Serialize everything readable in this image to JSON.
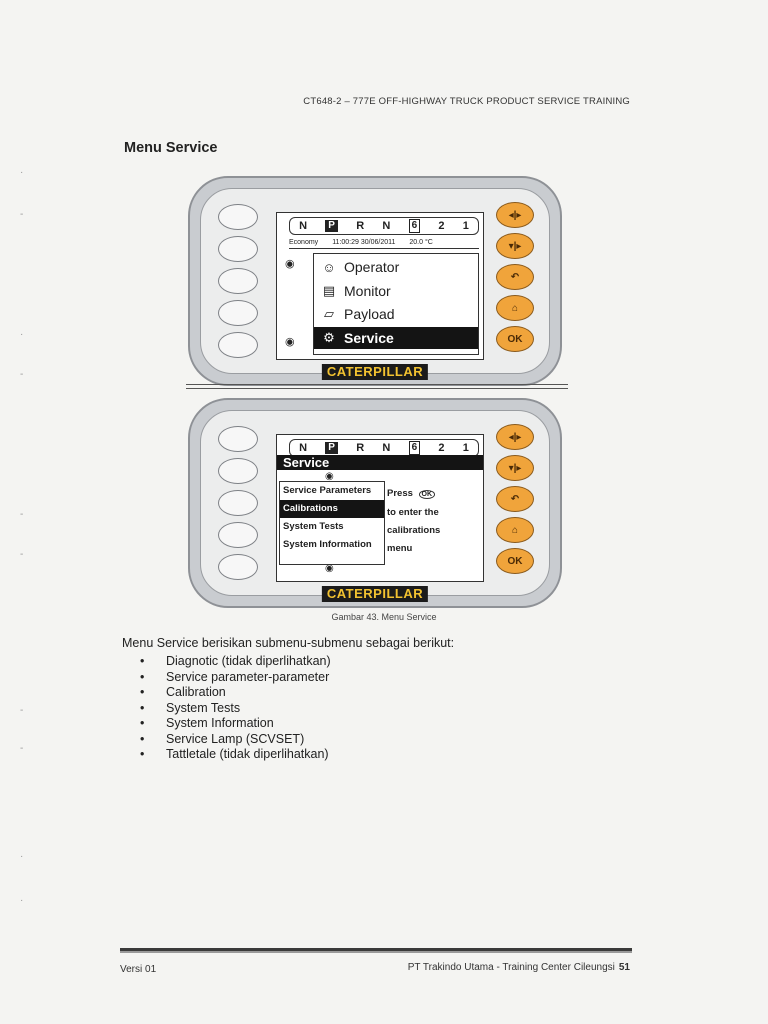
{
  "header": {
    "text": "CT648-2 – 777E OFF-HIGHWAY TRUCK PRODUCT SERVICE TRAINING"
  },
  "section_title": "Menu Service",
  "display1": {
    "gears": [
      "N",
      "P",
      "R",
      "N",
      "6",
      "2",
      "1"
    ],
    "status": {
      "mode": "Economy",
      "datetime": "11:00:29  30/06/2011",
      "temp": "20.0 °C"
    },
    "menu": [
      {
        "label": "Operator",
        "icon": "operator-icon",
        "glyph": "☺"
      },
      {
        "label": "Monitor",
        "icon": "monitor-icon",
        "glyph": "▤"
      },
      {
        "label": "Payload",
        "icon": "payload-icon",
        "glyph": "▱"
      },
      {
        "label": "Service",
        "icon": "service-icon",
        "glyph": "⚙"
      }
    ],
    "right_buttons": [
      "◂|▸",
      "▾|▸",
      "↶",
      "⌂",
      "OK"
    ],
    "logo": "CATERPILLAR"
  },
  "display2": {
    "gears": [
      "N",
      "P",
      "R",
      "N",
      "6",
      "2",
      "1"
    ],
    "title": "Service",
    "items": [
      "Service Parameters",
      "Calibrations",
      "System Tests",
      "System Information"
    ],
    "hint": [
      "Press",
      "to enter the",
      "calibrations",
      "menu"
    ],
    "hint_button": "OK",
    "right_buttons": [
      "◂|▸",
      "▾|▸",
      "↶",
      "⌂",
      "OK"
    ],
    "logo": "CATERPILLAR"
  },
  "caption": "Gambar 43. Menu Service",
  "intro": "Menu Service berisikan submenu-submenu sebagai berikut:",
  "bullets": [
    "Diagnotic (tidak diperlihatkan)",
    "Service parameter-parameter",
    "Calibration",
    "System Tests",
    "System Information",
    "Service Lamp (SCVSET)",
    "Tattletale (tidak diperlihatkan)"
  ],
  "footer": {
    "left": "Versi 01",
    "right": "PT Trakindo Utama - Training Center Cileungsi",
    "page": "51"
  }
}
